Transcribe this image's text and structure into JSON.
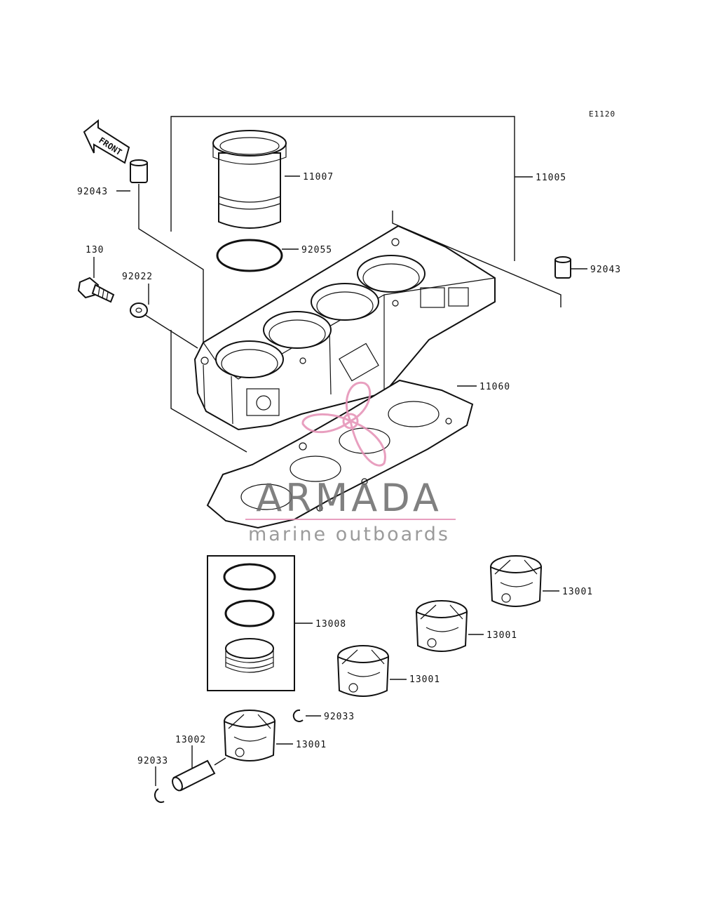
{
  "diagram": {
    "code": "E1120",
    "front_label": "FRONT",
    "watermark": {
      "brand": "ARMADA",
      "tagline": "marine outboards",
      "accent_color": "#e58fb5",
      "text_color": "#6a6a6a"
    },
    "callouts": {
      "c11005": "11005",
      "c11007": "11007",
      "c92055": "92055",
      "c92043_left": "92043",
      "c92043_right": "92043",
      "c130": "130",
      "c92022": "92022",
      "c11060": "11060",
      "c13008": "13008",
      "c13001_a": "13001",
      "c13001_b": "13001",
      "c13001_c": "13001",
      "c13001_d": "13001",
      "c92033_right": "92033",
      "c13002": "13002",
      "c92033_left": "92033"
    }
  }
}
